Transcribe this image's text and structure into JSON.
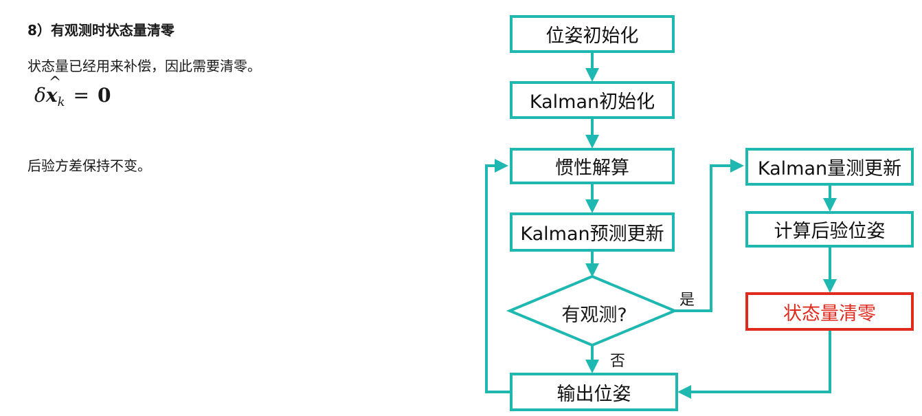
{
  "notes": {
    "section_title": "8）有观测时状态量清零",
    "paragraph_1": "状态量已经用来补偿，因此需要清零。",
    "formula": {
      "delta": "δ",
      "variable": "x",
      "hat": "^",
      "subscript": "k",
      "equals": "=",
      "value": "0"
    },
    "paragraph_2": "后验方差保持不变。"
  },
  "flowchart": {
    "nodes": {
      "pose_init": "位姿初始化",
      "kalman_init": "Kalman初始化",
      "inertial_solve": "惯性解算",
      "kalman_predict": "Kalman预测更新",
      "has_observation": "有观测?",
      "output_pose": "输出位姿",
      "kalman_measure": "Kalman量测更新",
      "compute_posterior": "计算后验位姿",
      "state_reset": "状态量清零"
    },
    "edge_labels": {
      "yes": "是",
      "no": "否"
    },
    "colors": {
      "teal": "#1fb8b0",
      "red": "#e02a1e"
    }
  }
}
